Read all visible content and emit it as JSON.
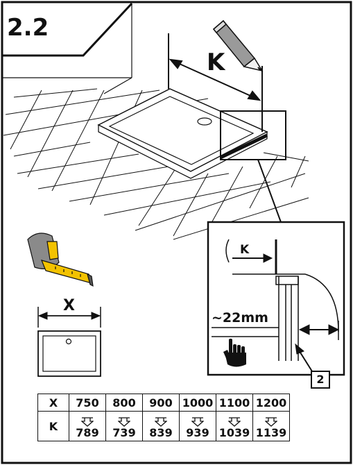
{
  "step_label": "2.2",
  "labels": {
    "k_main": "K",
    "k_detail": "K",
    "gap": "~22mm",
    "x_width": "X",
    "detail_ref": "2"
  },
  "icons": [
    "pencil-icon",
    "tape-measure-icon",
    "hand-pointing-icon"
  ],
  "table": {
    "row_x_header": "X",
    "row_k_header": "K",
    "x_values": [
      "750",
      "800",
      "900",
      "1000",
      "1100",
      "1200"
    ],
    "k_values": [
      "789",
      "739",
      "839",
      "939",
      "1039",
      "1139"
    ]
  }
}
